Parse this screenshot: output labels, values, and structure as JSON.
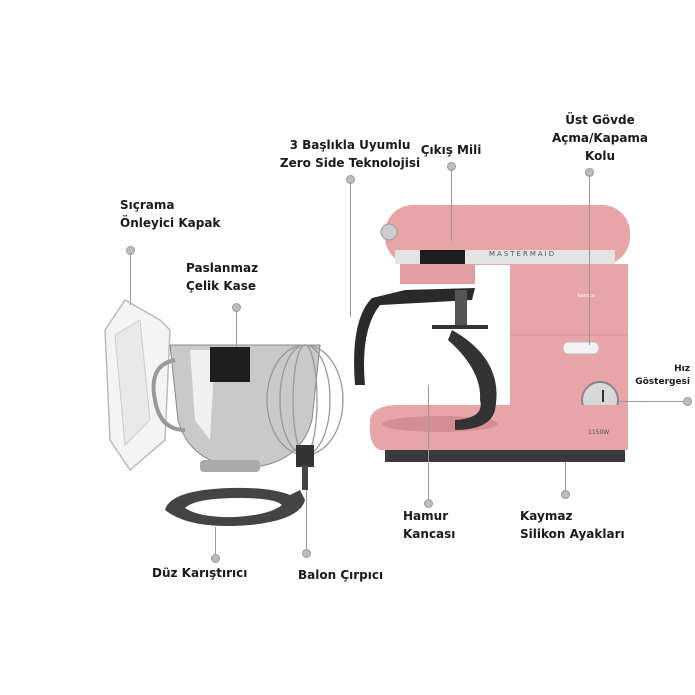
{
  "labels": {
    "zero_side": [
      "3 Başlıkla Uyumlu",
      "Zero Side Teknolojisi"
    ],
    "output_shaft": [
      "Çıkış Mili"
    ],
    "head_lever": [
      "Üst Gövde",
      "Açma/Kapama",
      "Kolu"
    ],
    "splash_guard": [
      "Sıçrama",
      "Önleyici Kapak"
    ],
    "steel_bowl": [
      "Paslanmaz",
      "Çelik Kase"
    ],
    "speed_indicator": [
      "Hız",
      "Göstergesi"
    ],
    "dough_hook": [
      "Hamur",
      "Kancası"
    ],
    "feet": [
      "Kaymaz",
      "Silikon Ayakları"
    ],
    "flat_beater": [
      "Düz Karıştırıcı"
    ],
    "balloon_whisk": [
      "Balon Çırpıcı"
    ]
  },
  "product": {
    "brand": "MASTERMAID",
    "logo": "karaca",
    "power": "1150W",
    "body_color": "#e8a5a8"
  }
}
